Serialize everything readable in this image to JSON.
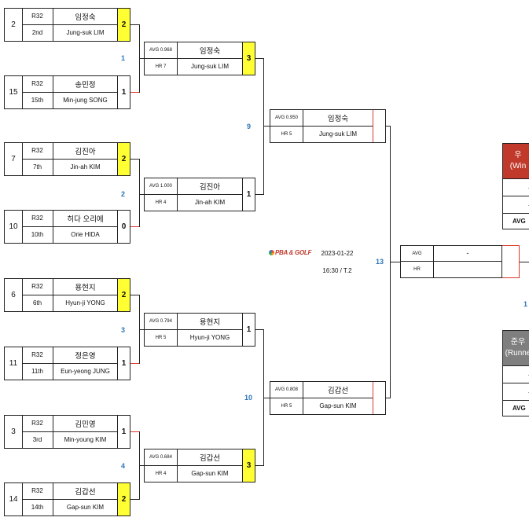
{
  "colors": {
    "winner_score": "#ffff33",
    "match_number": "#2e75b6",
    "bracket_red": "#d9382e",
    "winner_header": "#c0392b",
    "runner_header": "#7f7f7f"
  },
  "r32": [
    {
      "seed": "2",
      "round": "R32",
      "rank": "2nd",
      "name_ko": "임정숙",
      "name_en": "Jung-suk LIM",
      "score": "2",
      "win": true
    },
    {
      "seed": "15",
      "round": "R32",
      "rank": "15th",
      "name_ko": "송민정",
      "name_en": "Min-jung SONG",
      "score": "1",
      "win": false
    },
    {
      "seed": "7",
      "round": "R32",
      "rank": "7th",
      "name_ko": "김진아",
      "name_en": "Jin-ah KIM",
      "score": "2",
      "win": true
    },
    {
      "seed": "10",
      "round": "R32",
      "rank": "10th",
      "name_ko": "히다 오리에",
      "name_en": "Orie HIDA",
      "score": "0",
      "win": false
    },
    {
      "seed": "6",
      "round": "R32",
      "rank": "6th",
      "name_ko": "용현지",
      "name_en": "Hyun-ji YONG",
      "score": "2",
      "win": true
    },
    {
      "seed": "11",
      "round": "R32",
      "rank": "11th",
      "name_ko": "정은영",
      "name_en": "Eun-yeong JUNG",
      "score": "1",
      "win": false
    },
    {
      "seed": "3",
      "round": "R32",
      "rank": "3rd",
      "name_ko": "김민영",
      "name_en": "Min-young KIM",
      "score": "1",
      "win": false
    },
    {
      "seed": "14",
      "round": "R32",
      "rank": "14th",
      "name_ko": "김갑선",
      "name_en": "Gap-sun KIM",
      "score": "2",
      "win": true
    }
  ],
  "r16": [
    {
      "avg": "AVG 0.968",
      "hr": "HR 7",
      "name_ko": "임정숙",
      "name_en": "Jung-suk LIM",
      "score": "3",
      "win": true
    },
    {
      "avg": "AVG 1.000",
      "hr": "HR 4",
      "name_ko": "김진아",
      "name_en": "Jin-ah KIM",
      "score": "1",
      "win": false
    },
    {
      "avg": "AVG 0.794",
      "hr": "HR 5",
      "name_ko": "용현지",
      "name_en": "Hyun-ji YONG",
      "score": "1",
      "win": false
    },
    {
      "avg": "AVG 0.684",
      "hr": "HR 4",
      "name_ko": "김갑선",
      "name_en": "Gap-sun KIM",
      "score": "3",
      "win": true
    }
  ],
  "qf": [
    {
      "avg": "AVG 0.950",
      "hr": "HR 5",
      "name_ko": "임정숙",
      "name_en": "Jung-suk LIM"
    },
    {
      "avg": "AVG 0.808",
      "hr": "HR 5",
      "name_ko": "김갑선",
      "name_en": "Gap-sun KIM"
    }
  ],
  "sf": {
    "avg": "AVG",
    "hr": "HR",
    "name": "-"
  },
  "match_numbers": {
    "m1": "1",
    "m2": "2",
    "m3": "3",
    "m4": "4",
    "m9": "9",
    "m10": "10",
    "m13": "13",
    "m_side": "1"
  },
  "match_info": {
    "logo_text": "PBA & GOLF",
    "date": "2023-01-22",
    "time_table": "16:30 / T.2"
  },
  "winner_box": {
    "title_line1": "우",
    "title_line2": "(Win",
    "row1": "-",
    "row2": "-",
    "avg": "AVG"
  },
  "runner_box": {
    "title_line1": "준우",
    "title_line2": "(Runne",
    "row1": "-",
    "row2": "-",
    "avg": "AVG"
  }
}
